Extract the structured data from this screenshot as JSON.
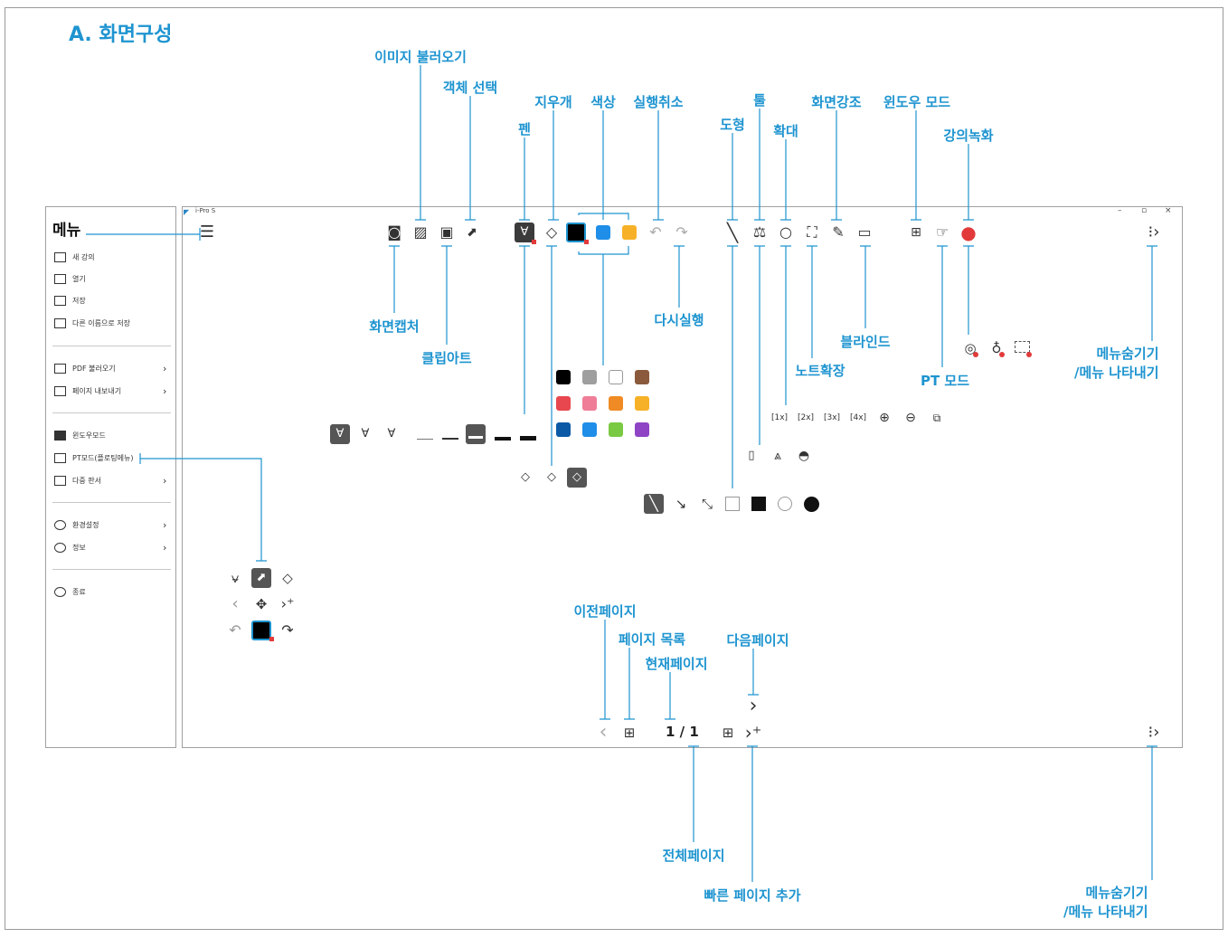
{
  "section_title": "A. 화면구성",
  "callouts": {
    "image_load": "이미지 불러오기",
    "object_select": "객체 선택",
    "eraser": "지우개",
    "color": "색상",
    "undo": "실행취소",
    "tool": "툴",
    "screen_emphasis": "화면강조",
    "window_mode": "윈도우 모드",
    "pen": "펜",
    "shape": "도형",
    "zoom": "확대",
    "lecture_record": "강의녹화",
    "screen_capture": "화면캡처",
    "redo": "다시실행",
    "clipart": "클립아트",
    "blind": "블라인드",
    "note_expand": "노트확장",
    "pt_mode": "PT 모드",
    "menu_hide_show_top_1": "메뉴숨기기",
    "menu_hide_show_top_2": "/메뉴 나타내기",
    "prev_page": "이전페이지",
    "page_list": "페이지 목록",
    "current_page": "현재페이지",
    "next_page": "다음페이지",
    "total_pages": "전체페이지",
    "quick_add_page": "빠른 페이지 추가",
    "menu_hide_show_bottom_1": "메뉴숨기기",
    "menu_hide_show_bottom_2": "/메뉴 나타내기"
  },
  "menu": {
    "title": "메뉴",
    "items": [
      {
        "label": "새 강의"
      },
      {
        "label": "열기"
      },
      {
        "label": "저장"
      },
      {
        "label": "다른 이름으로 저장"
      },
      {
        "label": "PDF 불러오기",
        "arrow": "›"
      },
      {
        "label": "페이지 내보내기",
        "arrow": "›"
      },
      {
        "label": "윈도우모드"
      },
      {
        "label": "PT모드(플로팅메뉴)"
      },
      {
        "label": "다중 판서",
        "arrow": "›"
      },
      {
        "label": "환경설정",
        "arrow": "›"
      },
      {
        "label": "정보",
        "arrow": "›"
      },
      {
        "label": "종료"
      }
    ]
  },
  "app": {
    "title": "i-Pro S",
    "minimize": "–",
    "restore": "▫",
    "close": "×"
  },
  "pagination": {
    "current": "1 / 1"
  },
  "colors": {
    "accent": "#1e94d0",
    "palette": [
      "#000000",
      "#9e9e9e",
      "#ffffff",
      "#8b5a3c",
      "#e8474f",
      "#ef7d98",
      "#f08a24",
      "#f7b128",
      "#0c5aa6",
      "#1f8ee8",
      "#7ac943",
      "#8e44c4"
    ],
    "quick_colors": [
      "#000000",
      "#1f8ee8",
      "#f7b128"
    ],
    "rec": "#e23a3a"
  },
  "icons": {
    "hamburger": "hamburger-menu-icon",
    "camera": "camera-icon",
    "image": "image-icon",
    "clipart": "clipart-icon",
    "select": "select-arrow-icon",
    "pen": "pen-icon",
    "eraser": "eraser-icon",
    "undo": "undo-icon",
    "redo": "redo-icon",
    "line": "line-icon",
    "ruler_tool": "tool-icon",
    "magnifier": "magnifier-icon",
    "fullscreen": "note-expand-icon",
    "spotlight": "screen-emphasis-icon",
    "blind": "blind-icon",
    "windows": "windows-icon",
    "pt_mode": "pt-mode-icon",
    "rec": "record-icon",
    "menu_toggle": "menu-toggle-icon"
  }
}
